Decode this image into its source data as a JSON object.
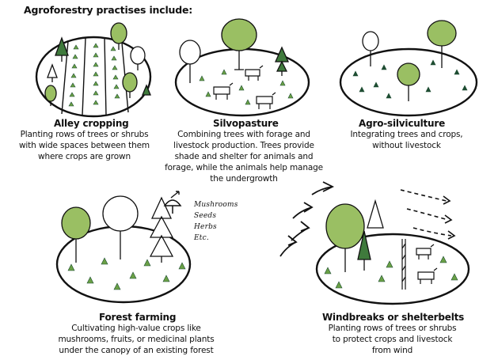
{
  "heading": "Agroforestry practises include:",
  "colors": {
    "ink": "#111111",
    "light_green": "#9abf63",
    "dark_green": "#3f7a3c",
    "deep_green": "#1e4d32",
    "mid_green": "#6aa046"
  },
  "practices": [
    {
      "title": "Alley cropping",
      "description": [
        "Planting rows of trees or shrubs",
        "with wide spaces between them",
        "where crops are grown"
      ]
    },
    {
      "title": "Silvopasture",
      "description": [
        "Combining trees with forage and",
        "livestock production. Trees provide",
        "shade and shelter for animals and",
        "forage, while the animals help manage",
        "the undergrowth"
      ]
    },
    {
      "title": "Agro-silviculture",
      "description": [
        "Integrating trees and crops,",
        "without livestock"
      ]
    },
    {
      "title": "Forest farming",
      "description": [
        "Cultivating high-value crops like",
        "mushrooms, fruits, or medicinal plants",
        "under the canopy of an existing forest"
      ]
    },
    {
      "title": "Windbreaks or shelterbelts",
      "description": [
        "Planting rows of trees or shrubs",
        "to protect crops and livestock",
        "from wind"
      ]
    }
  ],
  "forest_products": [
    "Mushrooms",
    "Seeds",
    "Herbs",
    "Etc."
  ]
}
